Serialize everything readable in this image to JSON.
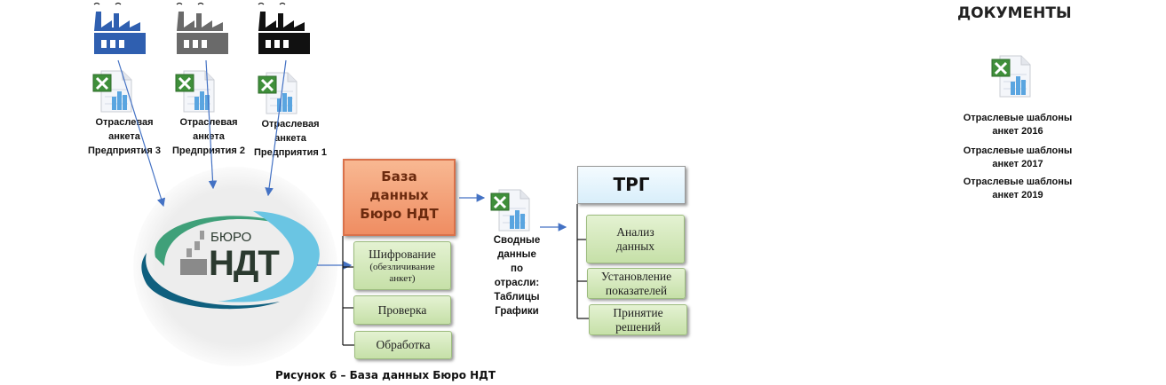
{
  "enterprises": [
    {
      "label": [
        "Отраслевая",
        "анкета",
        "Предприятия 3"
      ],
      "color": "#2f5fb0"
    },
    {
      "label": [
        "Отраслевая",
        "анкета",
        "Предприятия 2"
      ],
      "color": "#666666"
    },
    {
      "label": [
        "Отраслевая",
        "анкета",
        "Предприятия 1"
      ],
      "color": "#111111"
    }
  ],
  "logo": {
    "top": "БЮРО",
    "main": "НДТ"
  },
  "database": {
    "lines": [
      "База",
      "данных",
      "Бюро НДТ"
    ]
  },
  "processing": {
    "encrypt": {
      "title": "Шифрование",
      "sub": "(обезличивание",
      "sub2": "анкет)"
    },
    "check": "Проверка",
    "process": "Обработка"
  },
  "summary": {
    "lines": [
      "Сводные",
      "данные",
      "по",
      "отрасли:",
      "Таблицы",
      "Графики"
    ]
  },
  "trg": {
    "title": "ТРГ",
    "items": [
      [
        "Анализ",
        "данных"
      ],
      [
        "Установление",
        "показателей"
      ],
      [
        "Принятие",
        "решений"
      ]
    ]
  },
  "caption": "Рисунок 6 – База данных Бюро НДТ",
  "documents": {
    "title": "ДОКУМЕНТЫ",
    "items": [
      [
        "Отраслевые шаблоны",
        "анкет 2016"
      ],
      [
        "Отраслевые шаблоны",
        "анкет 2017"
      ],
      [
        "Отраслевые шаблоны",
        "анкет 2019"
      ]
    ]
  },
  "colors": {
    "arrow": "#4472c4",
    "db_fill": "#f4a582",
    "db_text": "#6b2a0e",
    "trg_fill": "#e6f4fc"
  }
}
